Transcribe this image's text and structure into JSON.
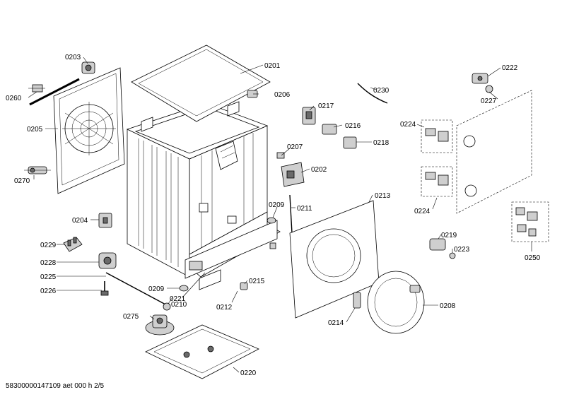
{
  "footer": {
    "code": "58300000147109 aet 000 h 2/5"
  },
  "labels": {
    "p0201": "0201",
    "p0202": "0202",
    "p0203": "0203",
    "p0204": "0204",
    "p0205": "0205",
    "p0206": "0206",
    "p0207": "0207",
    "p0208": "0208",
    "p0209a": "0209",
    "p0209b": "0209",
    "p0210": "0210",
    "p0211": "0211",
    "p0212": "0212",
    "p0213": "0213",
    "p0214": "0214",
    "p0215": "0215",
    "p0216": "0216",
    "p0217": "0217",
    "p0218": "0218",
    "p0219": "0219",
    "p0220": "0220",
    "p0221": "0221",
    "p0222": "0222",
    "p0223": "0223",
    "p0224a": "0224",
    "p0224b": "0224",
    "p0225": "0225",
    "p0226": "0226",
    "p0227": "0227",
    "p0228": "0228",
    "p0229": "0229",
    "p0230": "0230",
    "p0250": "0250",
    "p0260": "0260",
    "p0270": "0270",
    "p0275": "0275"
  }
}
